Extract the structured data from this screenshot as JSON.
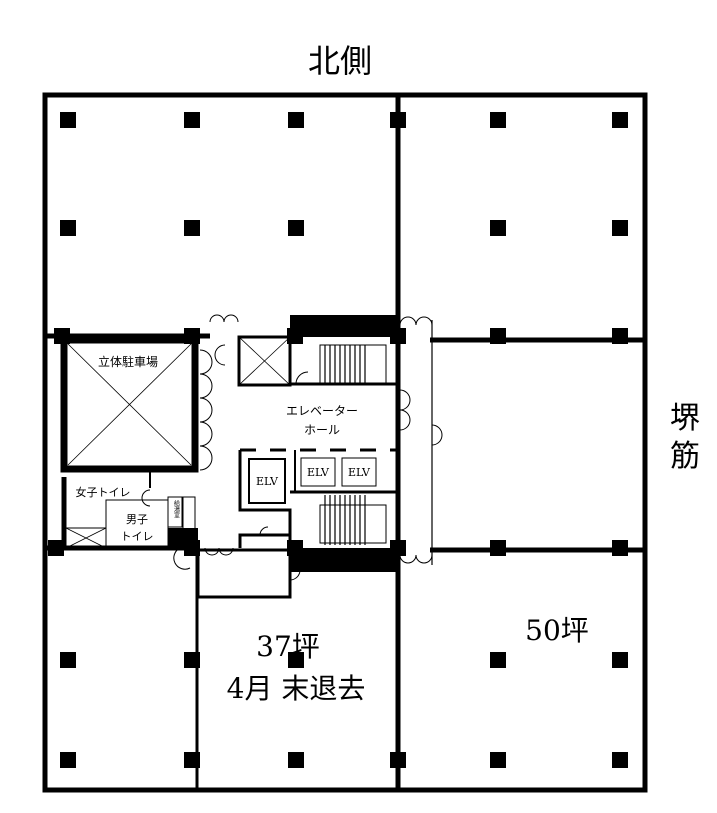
{
  "labels": {
    "north": "北側",
    "street": [
      "堺",
      "筋"
    ],
    "parking": "立体駐車場",
    "elevator_hall": [
      "エレベーター",
      "ホール"
    ],
    "elv": [
      "ELV",
      "ELV",
      "ELV"
    ],
    "womens_toilet": "女子トイレ",
    "mens_toilet": [
      "男子",
      "トイレ"
    ],
    "kitchenette": "給湯室",
    "unit_37": "37坪",
    "unit_37_note": "4月 末退去",
    "unit_50": "50坪"
  }
}
